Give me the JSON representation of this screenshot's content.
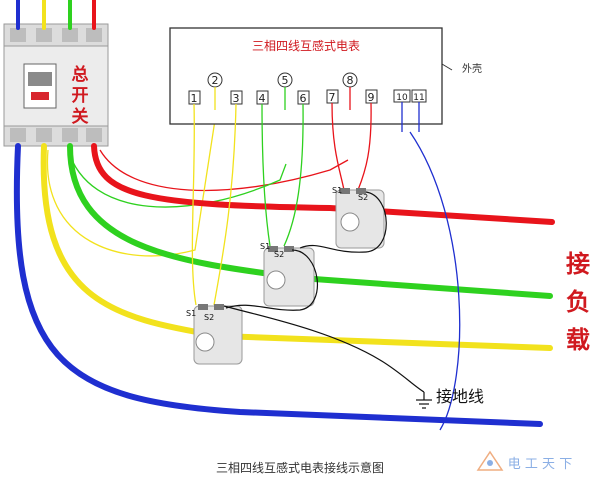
{
  "meter": {
    "title": "三相四线互感式电表",
    "shell_label": "外壳",
    "terminals": [
      {
        "label": "1",
        "circled": false
      },
      {
        "label": "2",
        "circled": true
      },
      {
        "label": "3",
        "circled": false
      },
      {
        "label": "4",
        "circled": false
      },
      {
        "label": "5",
        "circled": true
      },
      {
        "label": "6",
        "circled": false
      },
      {
        "label": "7",
        "circled": false
      },
      {
        "label": "8",
        "circled": true
      },
      {
        "label": "9",
        "circled": false
      },
      {
        "label": "10",
        "circled": false
      },
      {
        "label": "11",
        "circled": false
      }
    ]
  },
  "main_switch": {
    "label_chars": [
      "总",
      "开",
      "关"
    ]
  },
  "load_label_chars": [
    "接",
    "负",
    "载"
  ],
  "ground_label": "接地线",
  "ct_terminal_labels": {
    "s1": "S1",
    "s2": "S2"
  },
  "caption": "三相四线互感式电表接线示意图",
  "watermark": {
    "text": "电 工 天 下"
  },
  "colors": {
    "phase_a": "#f2e21d",
    "phase_b": "#2ed11f",
    "phase_c": "#e8141b",
    "neutral": "#1f2fd0",
    "meter_box": "#333333",
    "annotation_text": "#d0191f"
  }
}
